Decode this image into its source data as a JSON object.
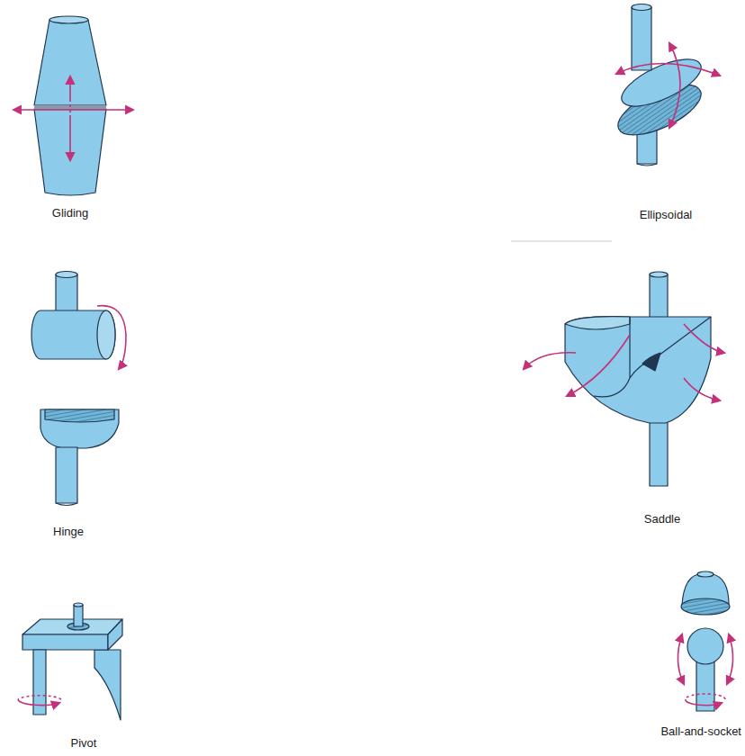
{
  "diagram": {
    "labels": [
      "Gliding",
      "Ellipsoidal",
      "Hinge",
      "Saddle",
      "Pivot",
      "Ball-and-socket"
    ]
  }
}
